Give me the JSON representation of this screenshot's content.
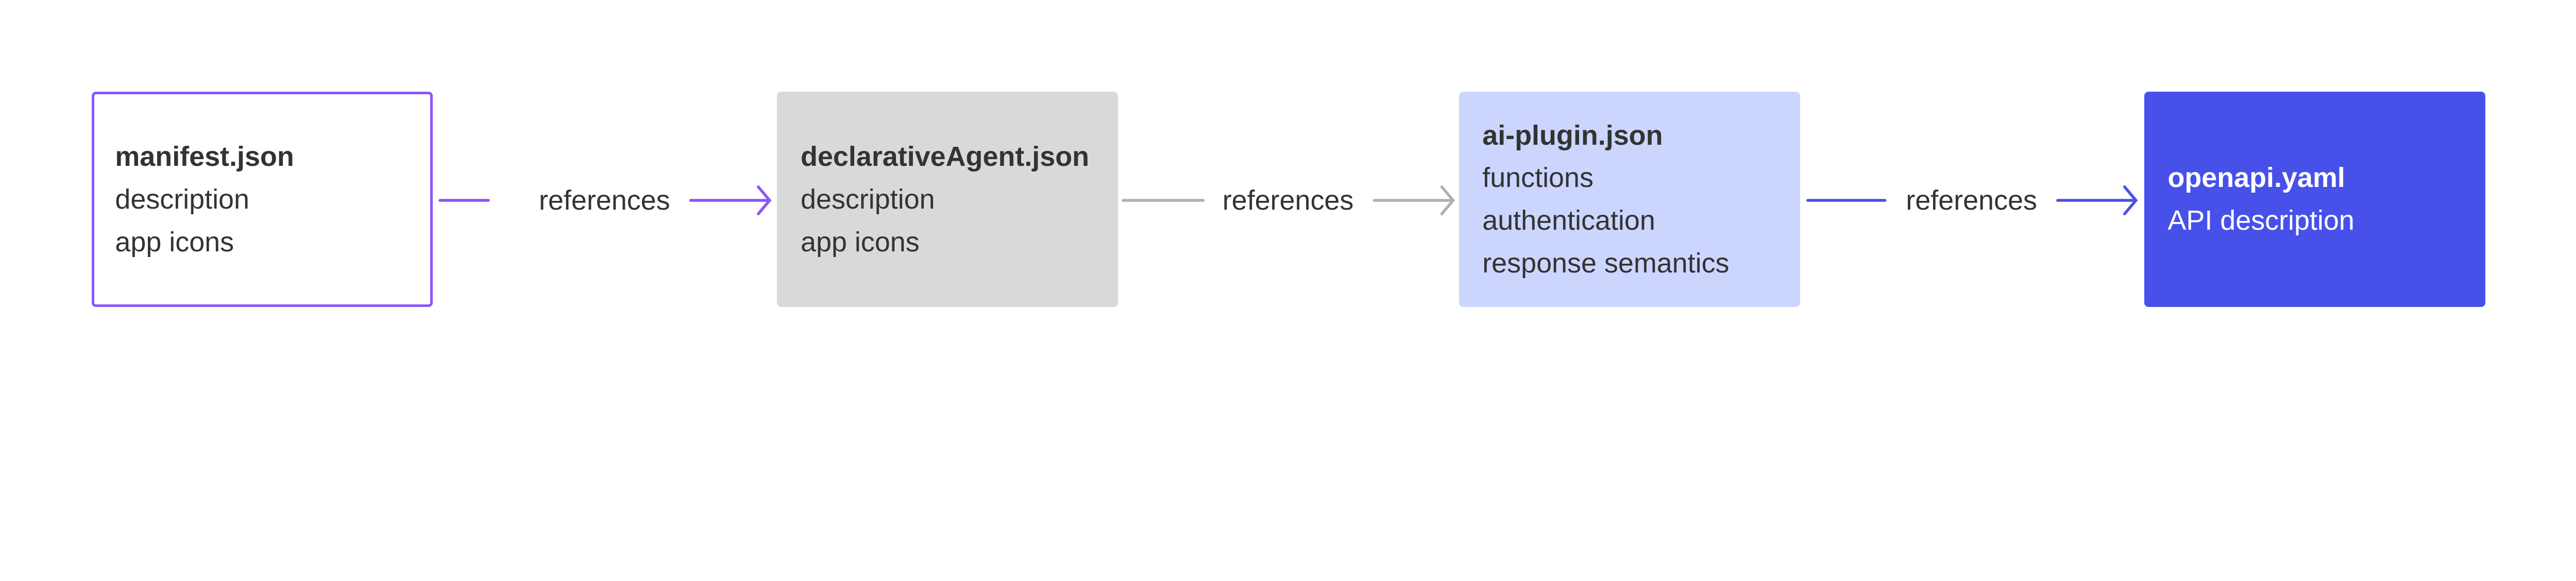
{
  "colors": {
    "manifest_border": "#8B55F9",
    "declarative_fill": "#D9D9D9",
    "plugin_fill": "#CCD5FE",
    "openapi_fill": "#4850EA",
    "arrow1": "#8B55F9",
    "arrow2": "#B0B0B0",
    "arrow3": "#4850EA"
  },
  "nodes": [
    {
      "title": "manifest.json",
      "lines": [
        "description",
        "app icons"
      ]
    },
    {
      "title": "declarativeAgent.json",
      "lines": [
        "description",
        "app icons"
      ]
    },
    {
      "title": "ai-plugin.json",
      "lines": [
        "functions",
        "authentication",
        "response semantics"
      ]
    },
    {
      "title": "openapi.yaml",
      "lines": [
        "API description"
      ]
    }
  ],
  "edges": [
    {
      "label": "references"
    },
    {
      "label": "references"
    },
    {
      "label": "references"
    }
  ]
}
